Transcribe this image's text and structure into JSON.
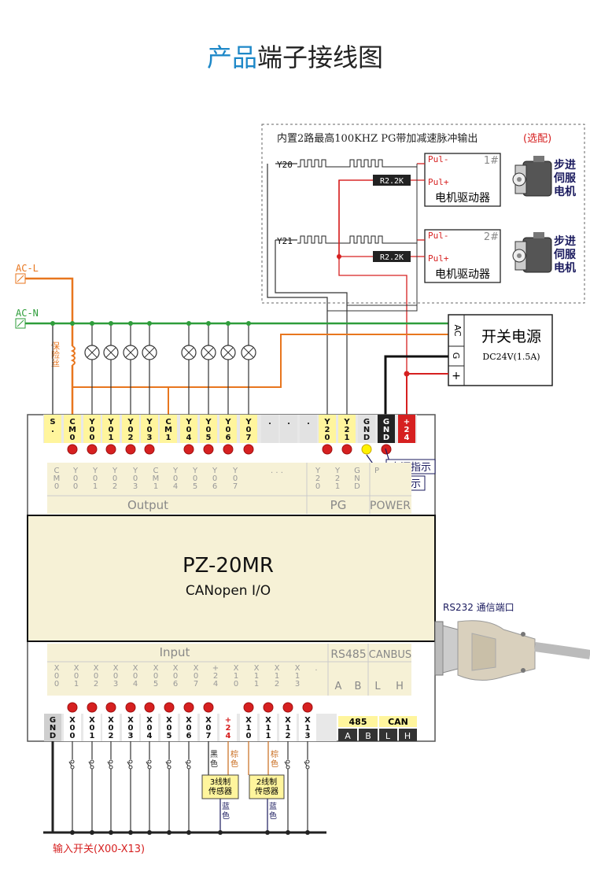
{
  "title": {
    "part1": "产品",
    "part2": "端子接线图"
  },
  "colors": {
    "accent": "#1e88c8",
    "orange": "#e8761e",
    "green": "#2e9d3a",
    "red": "#d62020",
    "darkred": "#8a1010",
    "yellow_terminal": "#fff59d",
    "body_fill": "#f6f1d6",
    "navy": "#1a1a5e"
  },
  "pg_box": {
    "caption": "内置2路最高100KHZ PG带加减速脉冲输出",
    "caption_optional": "(选配)",
    "channels": [
      {
        "signal": "Y20",
        "resistor": "R2.2K",
        "pul_minus": "Pul-",
        "pul_plus": "Pul+",
        "number": "1#",
        "driver": "电机驱动器",
        "motor": [
          "步进",
          "伺服",
          "电机"
        ]
      },
      {
        "signal": "Y21",
        "resistor": "R2.2K",
        "pul_minus": "Pul-",
        "pul_plus": "Pul+",
        "number": "2#",
        "driver": "电机驱动器",
        "motor": [
          "步进",
          "伺服",
          "电机"
        ]
      }
    ]
  },
  "ac": {
    "line": "AC-L",
    "neutral": "AC-N",
    "fuse": "保险丝"
  },
  "psu": {
    "ac": "AC",
    "g": "G",
    "plus": "+",
    "name": "开关电源",
    "rating": "DC24V(1.5A)"
  },
  "top_terminals": [
    {
      "label": "S\n."
    },
    {
      "label": "C\nM\n0"
    },
    {
      "label": "Y\n0\n0"
    },
    {
      "label": "Y\n0\n1"
    },
    {
      "label": "Y\n0\n2"
    },
    {
      "label": "Y\n0\n3"
    },
    {
      "label": "C\nM\n1"
    },
    {
      "label": "Y\n0\n4"
    },
    {
      "label": "Y\n0\n5"
    },
    {
      "label": "Y\n0\n6"
    },
    {
      "label": "Y\n0\n7"
    },
    {
      "label": "."
    },
    {
      "label": "."
    },
    {
      "label": "."
    },
    {
      "label": "Y\n2\n0"
    },
    {
      "label": "Y\n2\n1"
    },
    {
      "label": "G\nN\nD"
    },
    {
      "label": "G\nN\nD"
    },
    {
      "label": "+\n2\n4"
    }
  ],
  "indicators": {
    "power": "电源指示",
    "run": "运行指示"
  },
  "panel_top": {
    "labels": [
      "C\nM\n0",
      "Y\n0\n0",
      "Y\n0\n1",
      "Y\n0\n2",
      "Y\n0\n3",
      "C\nM\n1",
      "Y\n0\n4",
      "Y\n0\n5",
      "Y\n0\n6",
      "Y\n0\n7",
      ".  .  .",
      "Y\n2\n0",
      "Y\n2\n1",
      "G\nN\nD",
      "P"
    ],
    "output": "Output",
    "pg": "PG",
    "power": "POWER"
  },
  "model": {
    "name": "PZ-20MR",
    "sub": "CANopen I/O"
  },
  "panel_bottom": {
    "input": "Input",
    "rs485": "RS485",
    "canbus": "CANBUS",
    "labels": [
      "X\n0\n0",
      "X\n0\n1",
      "X\n0\n2",
      "X\n0\n3",
      "X\n0\n4",
      "X\n0\n5",
      "X\n0\n6",
      "X\n0\n7",
      "+\n2\n4",
      "X\n1\n0",
      "X\n1\n1",
      "X\n1\n2",
      "X\n1\n3",
      "."
    ],
    "ab": [
      "A",
      "B"
    ],
    "lh": [
      "L",
      "H"
    ]
  },
  "bottom_terminals": [
    {
      "label": "G\nN\nD"
    },
    {
      "label": "X\n0\n0"
    },
    {
      "label": "X\n0\n1"
    },
    {
      "label": "X\n0\n2"
    },
    {
      "label": "X\n0\n3"
    },
    {
      "label": "X\n0\n4"
    },
    {
      "label": "X\n0\n5"
    },
    {
      "label": "X\n0\n6"
    },
    {
      "label": "X\n0\n7"
    },
    {
      "label": "+\n2\n4"
    },
    {
      "label": "X\n1\n0"
    },
    {
      "label": "X\n1\n1"
    },
    {
      "label": "X\n1\n2"
    },
    {
      "label": "X\n1\n3"
    }
  ],
  "comm": {
    "rs485": "485",
    "can": "CAN",
    "a": "A",
    "b": "B",
    "l": "L",
    "h": "H"
  },
  "rs232": "RS232 通信端口",
  "sensors": {
    "three_wire": {
      "black": "黑\n色",
      "brown": "棕\n色",
      "name": "3线制\n传感器",
      "blue": "蓝\n色"
    },
    "two_wire": {
      "brown": "棕\n色",
      "name": "2线制\n传感器",
      "blue": "蓝\n色"
    }
  },
  "input_switch": "输入开关(X00-X13)"
}
